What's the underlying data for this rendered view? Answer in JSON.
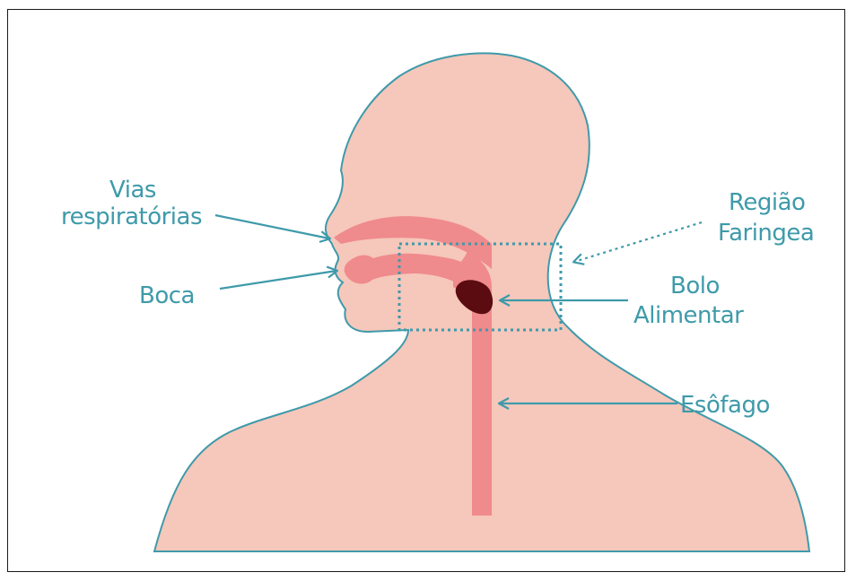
{
  "colors": {
    "skin": "#f6c7bb",
    "outline": "#3e9aaa",
    "tract": "#ef8a8d",
    "bolus": "#5b0c10",
    "label": "#3e9aaa",
    "frame": "#1a1a1a",
    "background": "#ffffff"
  },
  "labels": {
    "vias_line1": "Vias",
    "vias_line2": "respiratórias",
    "boca": "Boca",
    "regiao_line1": "Região",
    "regiao_line2": "Faringea",
    "bolo_line1": "Bolo",
    "bolo_line2": "Alimentar",
    "esofago": "Esôfago"
  }
}
